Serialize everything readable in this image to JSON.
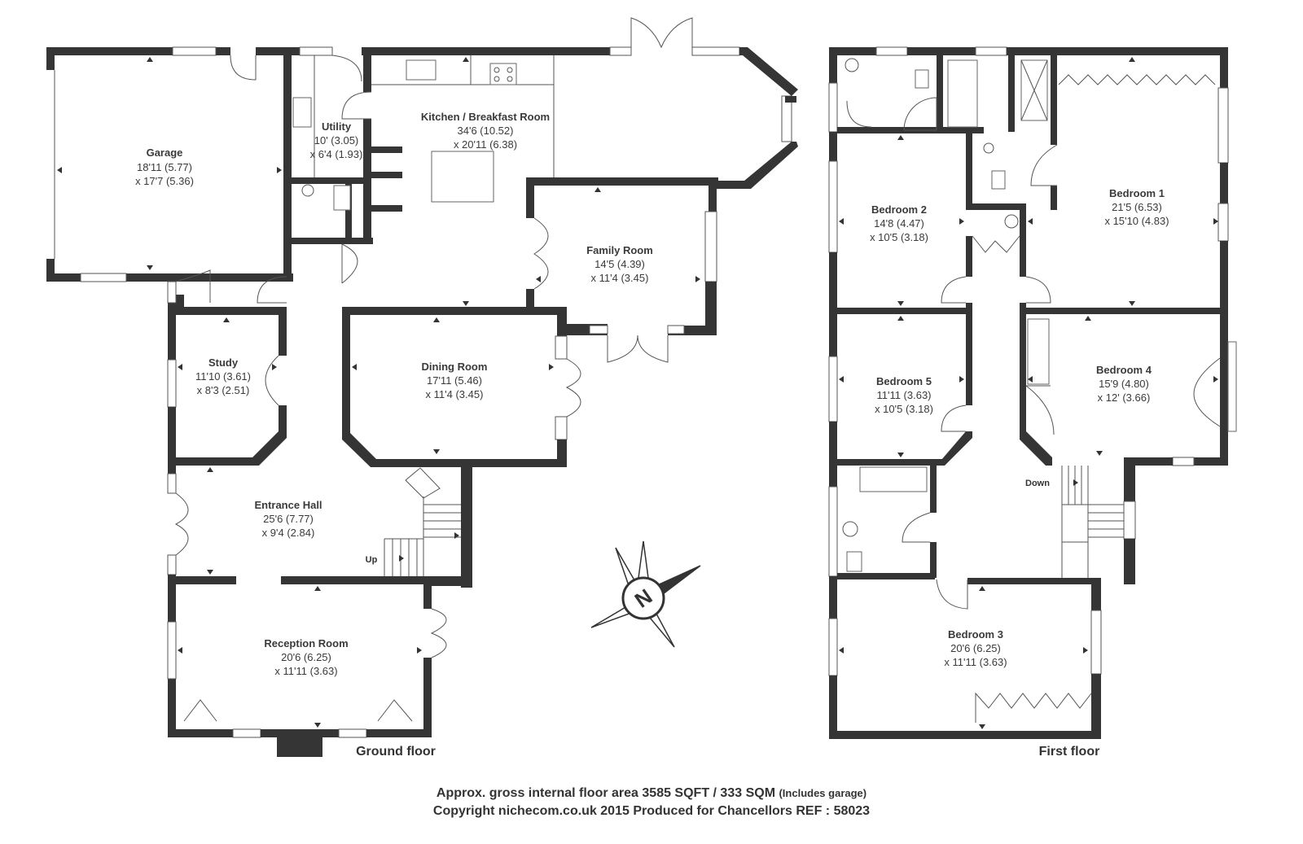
{
  "floors": {
    "ground": {
      "label": "Ground floor"
    },
    "first": {
      "label": "First floor"
    }
  },
  "rooms": {
    "garage": {
      "name": "Garage",
      "dim1": "18'11 (5.77)",
      "dim2": "x 17'7 (5.36)"
    },
    "utility": {
      "name": "Utility",
      "dim1": "10' (3.05)",
      "dim2": "x 6'4 (1.93)"
    },
    "kitchen": {
      "name": "Kitchen / Breakfast Room",
      "dim1": "34'6 (10.52)",
      "dim2": "x 20'11 (6.38)"
    },
    "family": {
      "name": "Family Room",
      "dim1": "14'5 (4.39)",
      "dim2": "x 11'4 (3.45)"
    },
    "study": {
      "name": "Study",
      "dim1": "11'10 (3.61)",
      "dim2": "x 8'3 (2.51)"
    },
    "dining": {
      "name": "Dining Room",
      "dim1": "17'11 (5.46)",
      "dim2": "x 11'4 (3.45)"
    },
    "entrance": {
      "name": "Entrance Hall",
      "dim1": "25'6 (7.77)",
      "dim2": "x 9'4 (2.84)"
    },
    "reception": {
      "name": "Reception Room",
      "dim1": "20'6 (6.25)",
      "dim2": "x 11'11 (3.63)"
    },
    "bedroom1": {
      "name": "Bedroom 1",
      "dim1": "21'5 (6.53)",
      "dim2": "x 15'10 (4.83)"
    },
    "bedroom2": {
      "name": "Bedroom 2",
      "dim1": "14'8 (4.47)",
      "dim2": "x 10'5 (3.18)"
    },
    "bedroom3": {
      "name": "Bedroom 3",
      "dim1": "20'6 (6.25)",
      "dim2": "x 11'11 (3.63)"
    },
    "bedroom4": {
      "name": "Bedroom 4",
      "dim1": "15'9 (4.80)",
      "dim2": "x 12' (3.66)"
    },
    "bedroom5": {
      "name": "Bedroom 5",
      "dim1": "11'11 (3.63)",
      "dim2": "x 10'5 (3.18)"
    }
  },
  "stairs": {
    "up_label": "Up",
    "down_label": "Down"
  },
  "compass": {
    "letter": "N"
  },
  "footer": {
    "line1_main": "Approx. gross internal floor area 3585 SQFT / 333 SQM",
    "line1_note": "(Includes garage)",
    "line2": "Copyright nichecom.co.uk 2015 Produced for Chancellors REF : 58023"
  },
  "colors": {
    "wall": "#353535",
    "text": "#333333",
    "background": "#ffffff"
  }
}
